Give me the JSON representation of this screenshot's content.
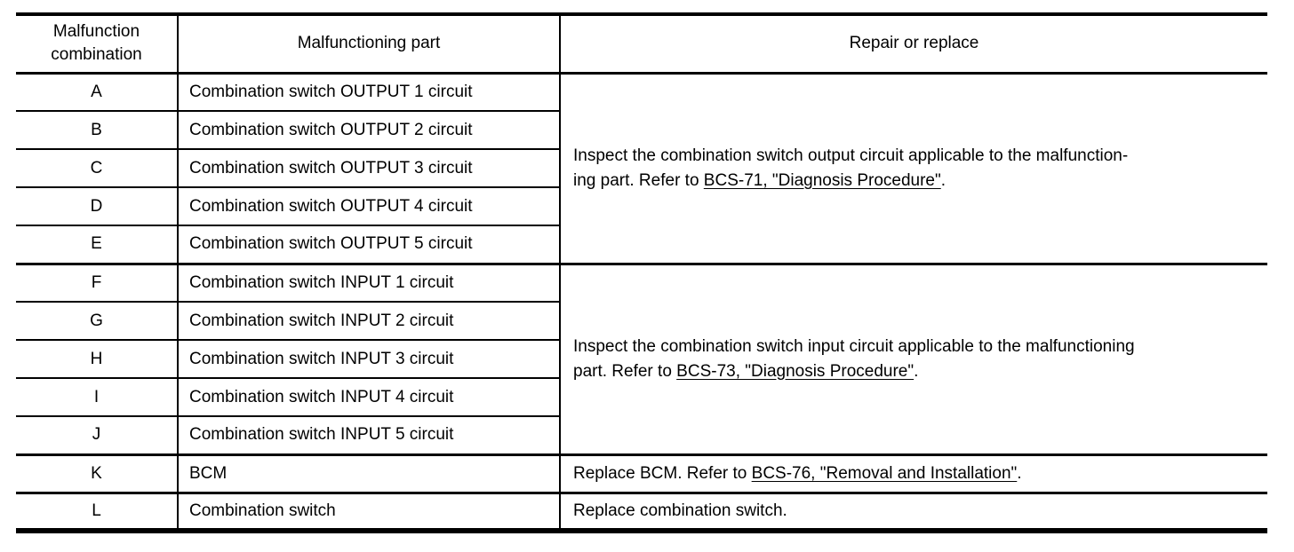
{
  "table": {
    "columns": [
      {
        "label": "Malfunction\ncombination"
      },
      {
        "label": "Malfunctioning part"
      },
      {
        "label": "Repair or replace"
      }
    ],
    "rows": [
      {
        "combination": "A",
        "part": "Combination switch OUTPUT 1 circuit"
      },
      {
        "combination": "B",
        "part": "Combination switch OUTPUT 2 circuit"
      },
      {
        "combination": "C",
        "part": "Combination switch OUTPUT 3 circuit"
      },
      {
        "combination": "D",
        "part": "Combination switch OUTPUT 4 circuit"
      },
      {
        "combination": "E",
        "part": "Combination switch OUTPUT 5 circuit"
      },
      {
        "combination": "F",
        "part": "Combination switch INPUT 1 circuit"
      },
      {
        "combination": "G",
        "part": "Combination switch INPUT 2 circuit"
      },
      {
        "combination": "H",
        "part": "Combination switch INPUT 3 circuit"
      },
      {
        "combination": "I",
        "part": "Combination switch INPUT 4 circuit"
      },
      {
        "combination": "J",
        "part": "Combination switch INPUT 5 circuit"
      },
      {
        "combination": "K",
        "part": "BCM"
      },
      {
        "combination": "L",
        "part": "Combination switch"
      }
    ],
    "repairs": {
      "output": {
        "text_before": "Inspect the combination switch output circuit applicable to the malfunction-\ning part. Refer to ",
        "link_text": "BCS-71, \"Diagnosis Procedure\"",
        "text_after": "."
      },
      "input": {
        "text_before": "Inspect the combination switch input circuit applicable to the malfunctioning\npart. Refer to ",
        "link_text": "BCS-73, \"Diagnosis Procedure\"",
        "text_after": "."
      },
      "bcm": {
        "text_before": "Replace BCM. Refer to ",
        "link_text": "BCS-76, \"Removal and Installation\"",
        "text_after": "."
      },
      "combination_switch": {
        "text": "Replace combination switch."
      }
    },
    "colors": {
      "border": "#000000",
      "text": "#000000",
      "background": "#ffffff"
    }
  }
}
